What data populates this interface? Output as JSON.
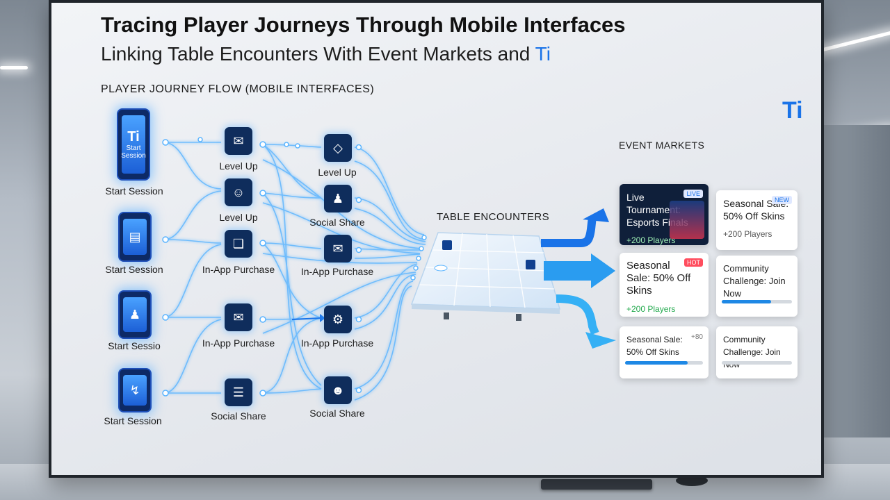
{
  "title": "Tracing Player Journeys Through Mobile Interfaces",
  "subtitle_main": "Linking Table Encounters With Event Markets and ",
  "subtitle_brand": "Ti",
  "flow_label": "PLAYER JOURNEY FLOW (MOBILE INTERFACES)",
  "brand_logo": "Ti",
  "phones": [
    {
      "label": "Start Session",
      "screen_brand": "Ti",
      "screen_text": "Start Session",
      "icon": "ti-brand-screen"
    },
    {
      "label": "Start Session",
      "icon": "chat-window-icon"
    },
    {
      "label": "Start Sessio",
      "icon": "users-icon"
    },
    {
      "label": "Start Session",
      "icon": "pulse-icon"
    }
  ],
  "column1": [
    {
      "label": "Level Up",
      "icon": "mail-icon"
    },
    {
      "label": "Level Up",
      "icon": "user-chat-icon"
    },
    {
      "label": "In-App Purchase",
      "icon": "cube-icon"
    },
    {
      "label": "In-App Purchase",
      "icon": "envelope-open-icon"
    },
    {
      "label": "Social Share",
      "icon": "document-icon"
    }
  ],
  "column2": [
    {
      "label": "Level Up",
      "icon": "shield-icon"
    },
    {
      "label": "Social Share",
      "icon": "users-icon"
    },
    {
      "label": "In-App Purchase",
      "icon": "mail-icon"
    },
    {
      "label": "In-App Purchase",
      "icon": "gear-icon"
    },
    {
      "label": "Social Share",
      "icon": "user-icon"
    }
  ],
  "table_label": "TABLE ENCOUNTERS",
  "markets_label": "EVENT MARKETS",
  "cards": [
    {
      "title": "Live Tournament: Esports Finals",
      "players": "+200 Players",
      "badge": "LIVE",
      "style": "dark"
    },
    {
      "title": "Seasonal Sale: 50% Off Skins",
      "players": "+200 Players",
      "badge": "NEW"
    },
    {
      "title": "Seasonal Sale: 50% Off Skins",
      "players": "+200 Players",
      "badge": "HOT",
      "badge_style": "red"
    },
    {
      "title": "Community Challenge: Join Now",
      "progress": 0.7
    },
    {
      "title": "Seasonal Sale: 50% Off Skins",
      "corner_text": "+80",
      "progress": 0.8
    },
    {
      "title": "Community Challenge: Join Now",
      "progress": 0.0
    }
  ],
  "colors": {
    "accent": "#1a73e8",
    "node_bg": "#0f2d5c",
    "glow": "#5ab4ff",
    "players_green": "#1fa84a",
    "badge_red": "#ff4d5e"
  }
}
